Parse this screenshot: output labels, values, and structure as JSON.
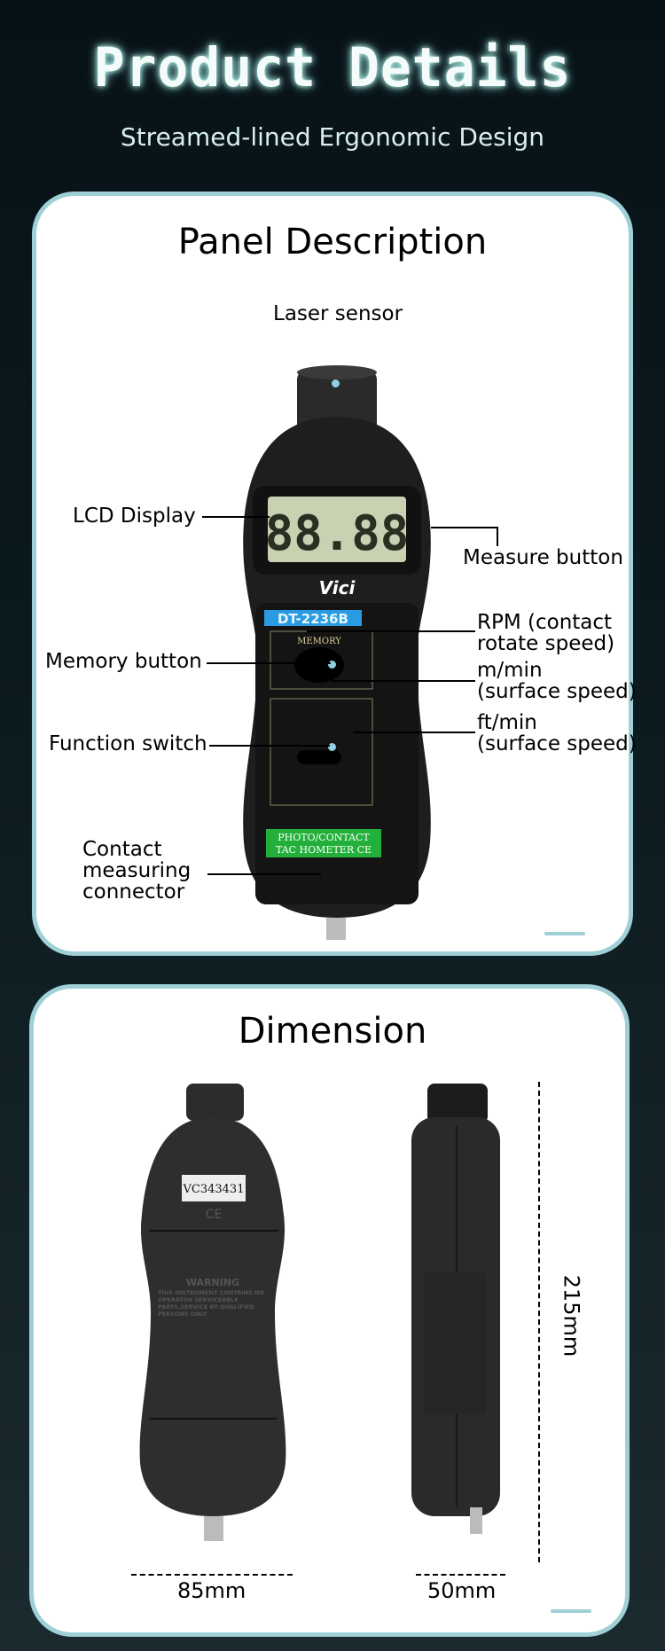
{
  "header": {
    "title": "Product Details",
    "subtitle": "Streamed-lined Ergonomic Design"
  },
  "panel": {
    "title": "Panel Description",
    "labels": {
      "laser_sensor": "Laser sensor",
      "lcd_display": "LCD Display",
      "measure_button": "Measure button",
      "rpm_line1": "RPM (contact",
      "rpm_line2": "rotate speed)",
      "memory_button": "Memory button",
      "mmin_line1": "m/min",
      "mmin_line2": "(surface speed)",
      "function_switch": "Function switch",
      "ftmin_line1": "ft/min",
      "ftmin_line2": "(surface speed)",
      "connector_line1": "Contact",
      "connector_line2": "measuring",
      "connector_line3": "connector"
    },
    "device": {
      "lcd": "88.88",
      "brand": "Vici",
      "model": "DT-2236B",
      "memory": "MEMORY",
      "badge_line1": "PHOTO/CONTACT",
      "badge_line2": "TAC HOMETER CE"
    }
  },
  "dimension": {
    "title": "Dimension",
    "height": "215mm",
    "width": "85mm",
    "depth": "50mm",
    "device": {
      "serial": "VC343431",
      "ce": "CE",
      "warning_title": "WARNING",
      "warning_text": "THIS INSTRUMENT CONTAINS NO OPERATOR SERVICEABLE PARTS,SERVICE BY QUALIFIED PERSONS ONLY"
    }
  },
  "colors": {
    "background": "#071217",
    "card_border": "#9fd0d7",
    "model_badge": "#2a9be0",
    "green_badge": "#22b03a"
  }
}
